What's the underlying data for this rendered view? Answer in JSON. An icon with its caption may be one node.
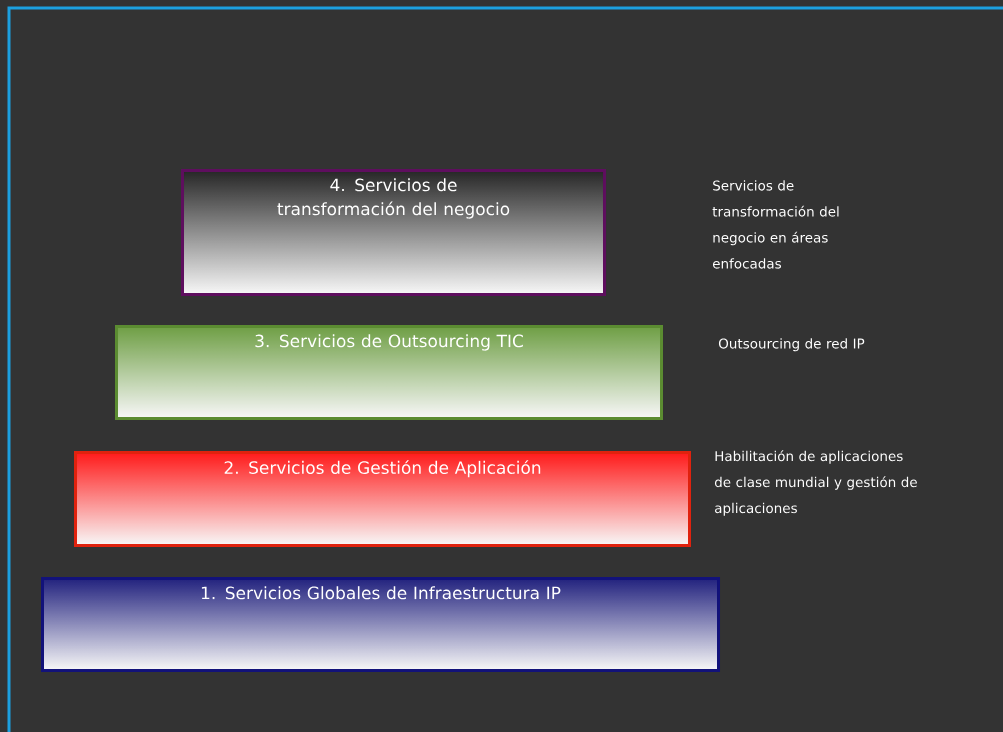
{
  "diagram": {
    "nodes": [
      {
        "text": [
          "4. Servicios de transformación del negocio"
        ]
      },
      {
        "text": [
          "3. Servicios de Outsourcing TIC"
        ]
      },
      {
        "text": [
          "2. Servicios de Gestión de Aplicación"
        ]
      },
      {
        "text": [
          "1. Servicios Globales de Infraestructura IP"
        ]
      }
    ],
    "labels": [
      "Servicios de transformación del negocio en áreas enfocadas",
      "Outsourcing de red IP",
      "Habilitación de aplicaciones de clase mundial y gestión de aplicaciones"
    ]
  }
}
